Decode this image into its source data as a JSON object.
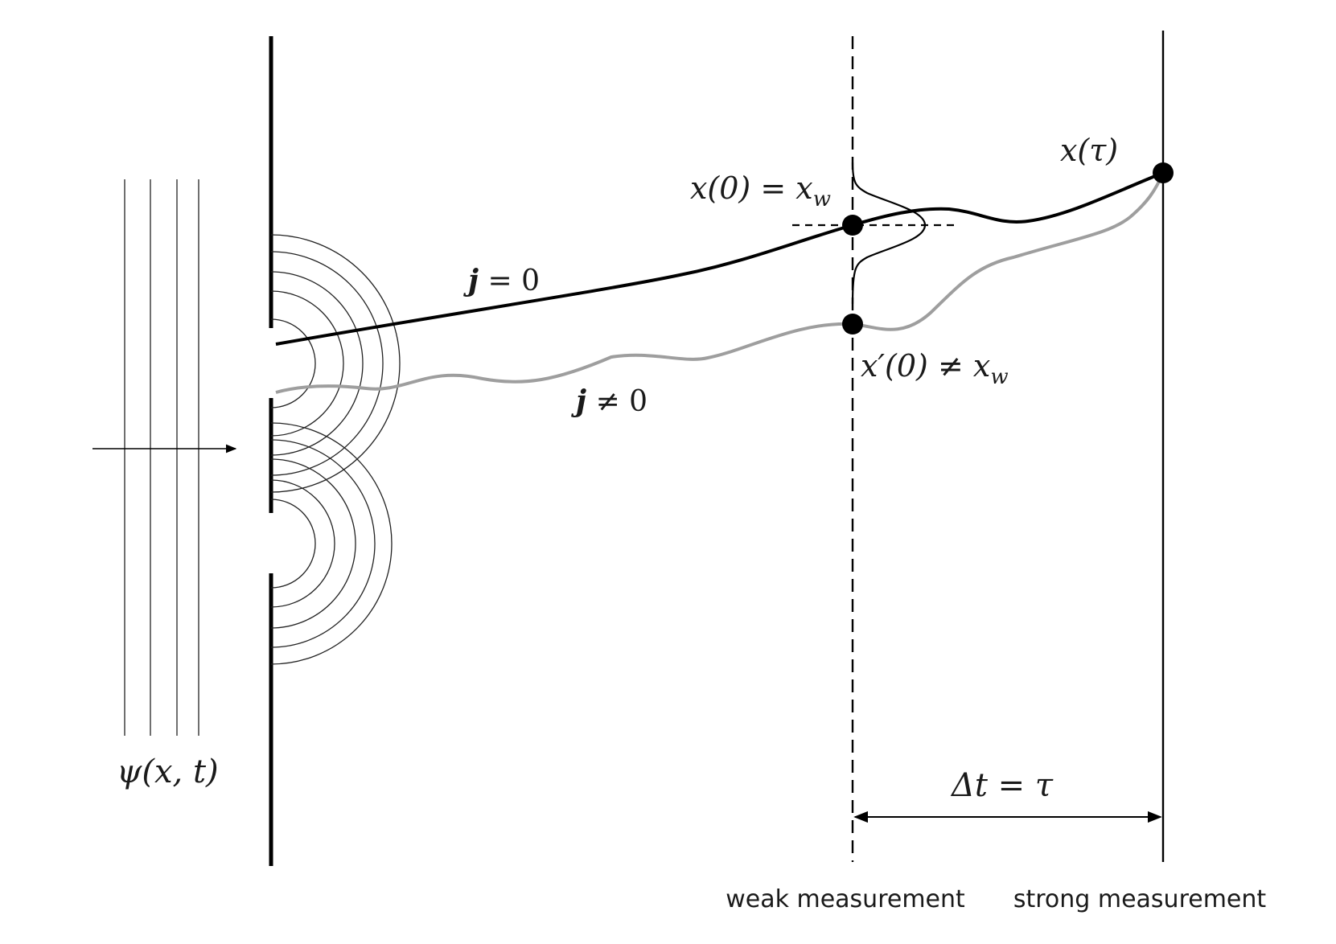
{
  "labels": {
    "wavefunction": "ψ(x, t)",
    "x_tau": "x(τ)",
    "x0_lhs": "x(0) = x",
    "x0_sub": "w",
    "xprime_lhs": "x′(0) ≠ x",
    "xprime_sub": "w",
    "j_zero_sym": "j",
    "j_zero_rel": " = 0",
    "j_nonzero_sym": "j",
    "j_nonzero_rel": " ≠ 0",
    "delta_t": "Δt = τ",
    "weak_caption": "weak measurement",
    "strong_caption": "strong measurement"
  },
  "colors": {
    "black_trajectory": "#000000",
    "gray_trajectory": "#9e9e9e",
    "line": "#000000"
  }
}
